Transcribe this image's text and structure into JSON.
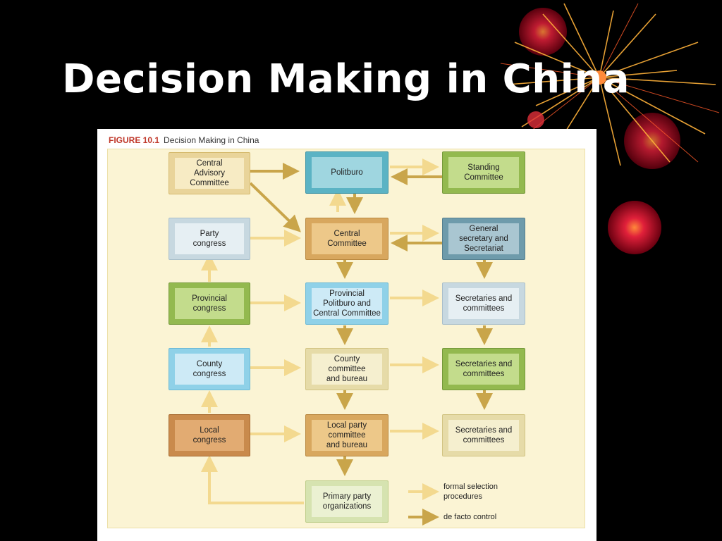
{
  "slide": {
    "title": "Decision Making in China"
  },
  "figure": {
    "number": "FIGURE 10.1",
    "caption": "Decision Making in China"
  },
  "nodes": {
    "central_advisory_committee": "Central\nAdvisory\nCommittee",
    "politburo": "Politburo",
    "standing_committee": "Standing\nCommittee",
    "party_congress": "Party\ncongress",
    "central_committee": "Central\nCommittee",
    "general_secretary": "General\nsecretary and\nSecretariat",
    "provincial_congress": "Provincial\ncongress",
    "provincial_politburo": "Provincial\nPolitburo and\nCentral Committee",
    "provincial_secretaries": "Secretaries and\ncommittees",
    "county_congress": "County\ncongress",
    "county_committee": "County\ncommittee\nand bureau",
    "county_secretaries": "Secretaries and\ncommittees",
    "local_congress": "Local\ncongress",
    "local_party_committee": "Local party\ncommittee\nand bureau",
    "local_secretaries": "Secretaries and\ncommittees",
    "primary_party_organizations": "Primary party\norganizations"
  },
  "legend": {
    "formal_label": "formal selection\nprocedures",
    "defacto_label": "de facto control"
  },
  "colors": {
    "formal_arrow": "#f3d98f",
    "defacto_arrow": "#c9a54a",
    "panel": "#fbf4d4"
  }
}
